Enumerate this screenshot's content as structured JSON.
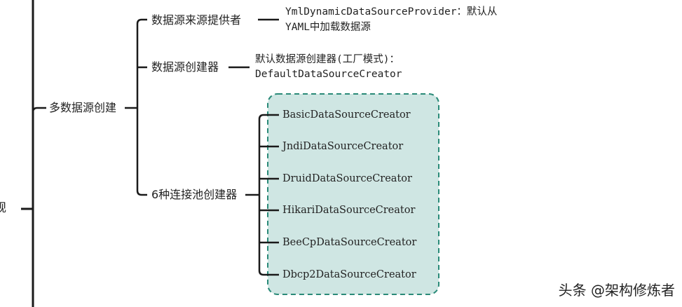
{
  "colors": {
    "line": "#1a1a1a",
    "group_fill": "#cfe6e3",
    "group_border": "#2a8a78",
    "text": "#222222"
  },
  "root": {
    "label": "规"
  },
  "node": {
    "label": "多数据源创建",
    "children": [
      {
        "label": "数据源来源提供者",
        "desc_lines": [
          "YmlDynamicDataSourceProvider：默认从",
          "YAML中加载数据源"
        ]
      },
      {
        "label": "数据源创建器",
        "desc_lines": [
          "默认数据源创建器(工厂模式)：",
          "DefaultDataSourceCreator"
        ]
      },
      {
        "label": "6种连接池创建器",
        "items": [
          "BasicDataSourceCreator",
          "JndiDataSourceCreator",
          "DruidDataSourceCreator",
          "HikariDataSourceCreator",
          "BeeCpDataSourceCreator",
          "Dbcp2DataSourceCreator"
        ]
      }
    ]
  },
  "watermark": "头条 @架构修炼者"
}
